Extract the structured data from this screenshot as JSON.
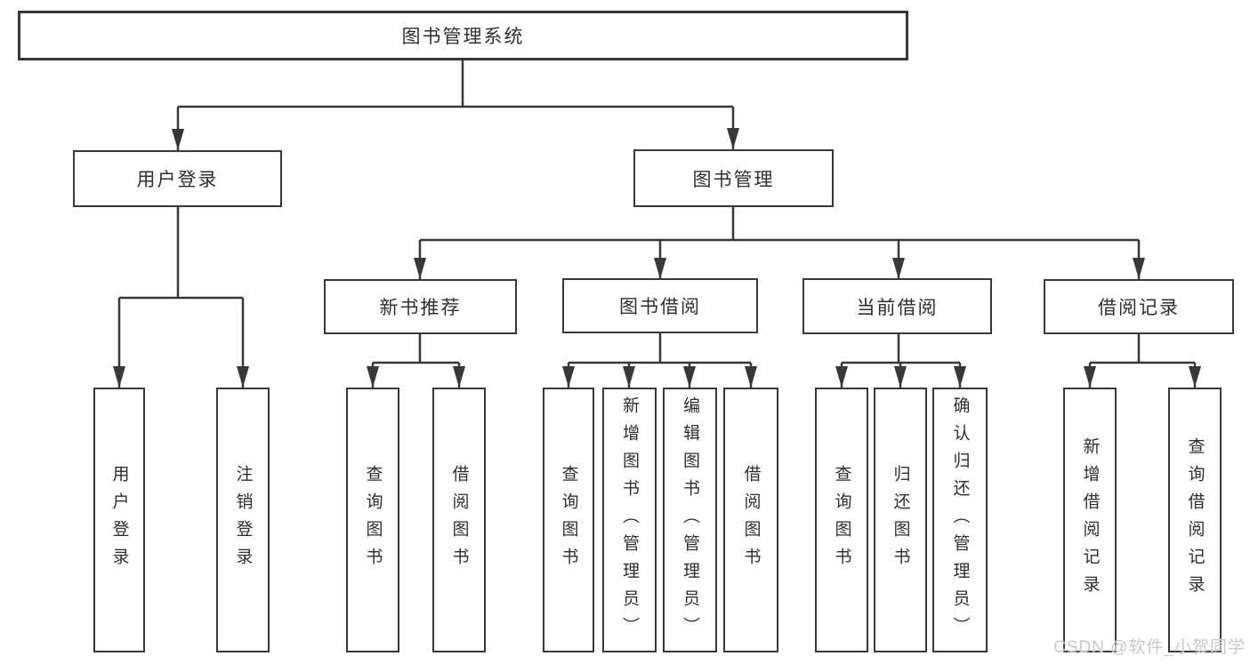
{
  "tree": {
    "root": {
      "label": "图书管理系统",
      "children": [
        {
          "label": "用户登录",
          "children": [
            {
              "label": "用户登录"
            },
            {
              "label": "注销登录"
            }
          ]
        },
        {
          "label": "图书管理",
          "children": [
            {
              "label": "新书推荐",
              "children": [
                {
                  "label": "查询图书"
                },
                {
                  "label": "借阅图书"
                }
              ]
            },
            {
              "label": "图书借阅",
              "children": [
                {
                  "label": "查询图书"
                },
                {
                  "label": "新增图书（管理员）"
                },
                {
                  "label": "编辑图书（管理员）"
                },
                {
                  "label": "借阅图书"
                }
              ]
            },
            {
              "label": "当前借阅",
              "children": [
                {
                  "label": "查询图书"
                },
                {
                  "label": "归还图书"
                },
                {
                  "label": "确认归还（管理员）"
                }
              ]
            },
            {
              "label": "借阅记录",
              "children": [
                {
                  "label": "新增借阅记录"
                },
                {
                  "label": "查询借阅记录"
                }
              ]
            }
          ]
        }
      ]
    }
  },
  "watermark": "CSDN @软件_小贺同学",
  "colors": {
    "line": "#383838",
    "text": "#2f2f2f",
    "background": "#ffffff",
    "watermark": "#c9c9c9"
  }
}
